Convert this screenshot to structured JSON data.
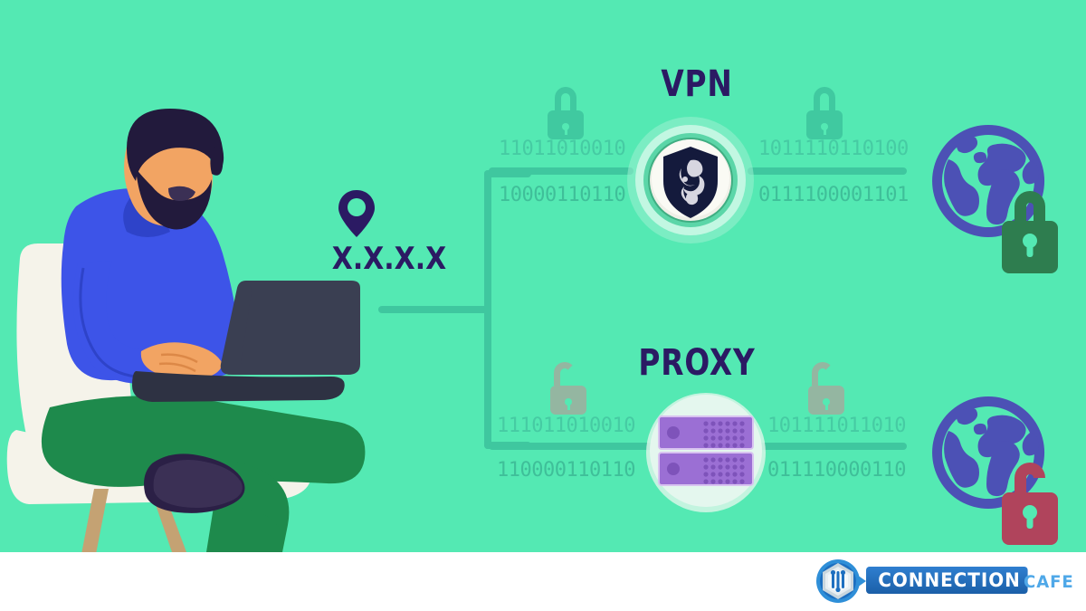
{
  "meta": {
    "background_color": "#54E9B3",
    "footer_color": "#FFFFFF",
    "accent_dark": "#2B1A63"
  },
  "user": {
    "ip_marker_icon": "location-pin-icon",
    "ip_label": "X.X.X.X",
    "device": "laptop"
  },
  "rows": {
    "vpn": {
      "title": "VPN",
      "binary_left_top": "11011010010",
      "binary_left_bottom": "10000110110",
      "binary_right_top": "1011110110100",
      "binary_right_bottom": "0111100001101",
      "lock_left": "closed-lock-icon",
      "lock_right": "closed-lock-icon",
      "lock_color": "#3FC79F",
      "badge_icon": "vpn-shield-icon",
      "endpoint_icon": "globe-icon",
      "endpoint_lock": "closed-lock-icon",
      "endpoint_lock_color": "#2E7D4F"
    },
    "proxy": {
      "title": "PROXY",
      "binary_left_top": "111011010010",
      "binary_left_bottom": "110000110110",
      "binary_right_top": "101111011010",
      "binary_right_bottom": "011110000110",
      "lock_left": "open-lock-icon",
      "lock_right": "open-lock-icon",
      "lock_color": "#93B49F",
      "badge_icon": "proxy-server-icon",
      "endpoint_icon": "globe-icon",
      "endpoint_lock": "open-lock-icon",
      "endpoint_lock_color": "#B0445C"
    }
  },
  "branding": {
    "mark_icon": "connection-cafe-hexagon-icon",
    "name_primary": "CONNECTION",
    "name_secondary": "CAFE",
    "primary_color": "#1B5FA8",
    "secondary_color": "#4FA8E8"
  }
}
